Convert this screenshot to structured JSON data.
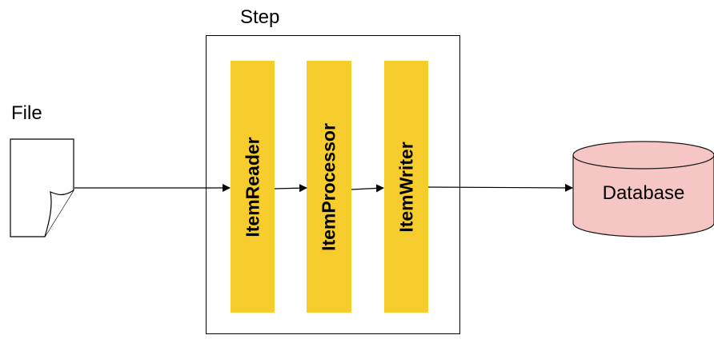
{
  "step": {
    "label": "Step"
  },
  "file": {
    "label": "File"
  },
  "components": [
    {
      "label": "ItemReader"
    },
    {
      "label": "ItemProcessor"
    },
    {
      "label": "ItemWriter"
    }
  ],
  "database": {
    "label": "Database"
  },
  "colors": {
    "component_fill": "#f7cd2d",
    "database_fill": "#f5c6c4",
    "database_stroke": "#1a1a1a",
    "line": "#000000",
    "background": "#ffffff"
  }
}
